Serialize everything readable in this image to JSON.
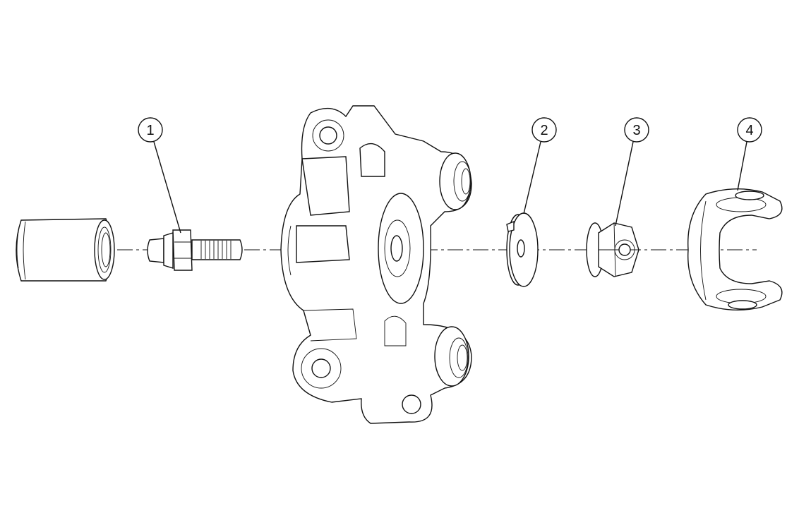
{
  "diagram": {
    "type": "exploded-parts-view",
    "callouts": [
      {
        "label": "1",
        "part": "bleeder-screw"
      },
      {
        "label": "2",
        "part": "washer"
      },
      {
        "label": "3",
        "part": "nut"
      },
      {
        "label": "4",
        "part": "yoke"
      }
    ]
  }
}
